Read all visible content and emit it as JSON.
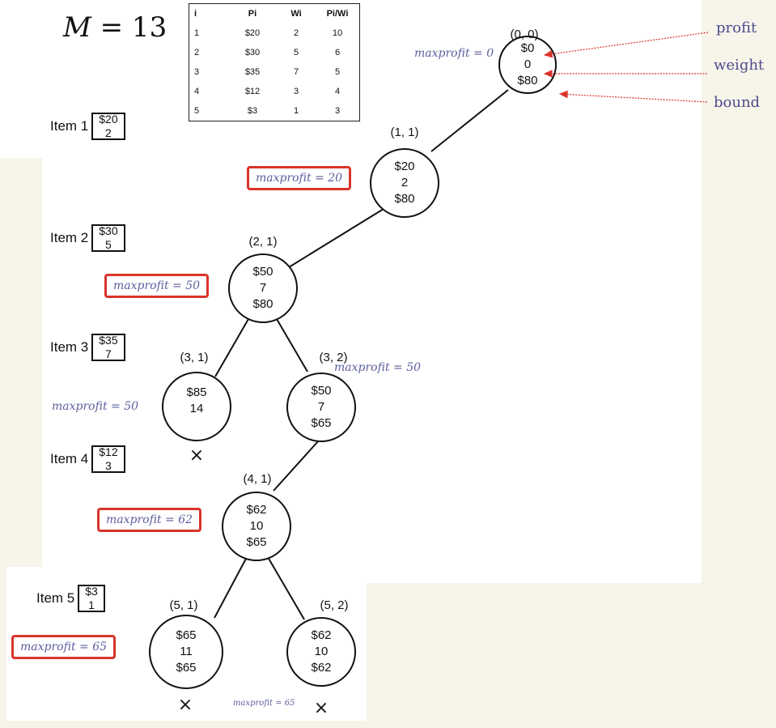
{
  "capacity": {
    "var": "M",
    "eq": "= 13"
  },
  "table": {
    "headers": [
      "i",
      "Pi",
      "Wi",
      "Pi/Wi"
    ],
    "rows": [
      [
        "1",
        "$20",
        "2",
        "10"
      ],
      [
        "2",
        "$30",
        "5",
        "6"
      ],
      [
        "3",
        "$35",
        "7",
        "5"
      ],
      [
        "4",
        "$12",
        "3",
        "4"
      ],
      [
        "5",
        "$3",
        "1",
        "3"
      ]
    ]
  },
  "items": [
    {
      "label": "Item 1",
      "top": "$20",
      "bottom": "2"
    },
    {
      "label": "Item 2",
      "top": "$30",
      "bottom": "5"
    },
    {
      "label": "Item 3",
      "top": "$35",
      "bottom": "7"
    },
    {
      "label": "Item 4",
      "top": "$12",
      "bottom": "3"
    },
    {
      "label": "Item 5",
      "top": "$3",
      "bottom": "1"
    }
  ],
  "nodes": {
    "n00": {
      "id": "(0, 0)",
      "profit": "$0",
      "weight": "0",
      "bound": "$80"
    },
    "n11": {
      "id": "(1, 1)",
      "profit": "$20",
      "weight": "2",
      "bound": "$80"
    },
    "n21": {
      "id": "(2, 1)",
      "profit": "$50",
      "weight": "7",
      "bound": "$80"
    },
    "n31": {
      "id": "(3, 1)",
      "profit": "$85",
      "weight": "14"
    },
    "n32": {
      "id": "(3, 2)",
      "profit": "$50",
      "weight": "7",
      "bound": "$65"
    },
    "n41": {
      "id": "(4, 1)",
      "profit": "$62",
      "weight": "10",
      "bound": "$65"
    },
    "n51": {
      "id": "(5, 1)",
      "profit": "$65",
      "weight": "11",
      "bound": "$65"
    },
    "n52": {
      "id": "(5, 2)",
      "profit": "$62",
      "weight": "10",
      "bound": "$62"
    }
  },
  "maxprofits": {
    "n00": "maxprofit = 0",
    "n11": "maxprofit = 20",
    "n21": "maxprofit = 50",
    "n31": "maxprofit = 50",
    "n32": "maxprofit = 50",
    "n41": "maxprofit = 62",
    "n51": "maxprofit = 65",
    "n52": "maxprofit = 65"
  },
  "legend": {
    "profit": "profit",
    "weight": "weight",
    "bound": "bound"
  },
  "crosses": {
    "n31": "×",
    "n51": "×",
    "n52": "×"
  },
  "colors": {
    "highlight": "#d9342b",
    "annotation": "#5b5f9e",
    "arrow": "#d9342b"
  }
}
